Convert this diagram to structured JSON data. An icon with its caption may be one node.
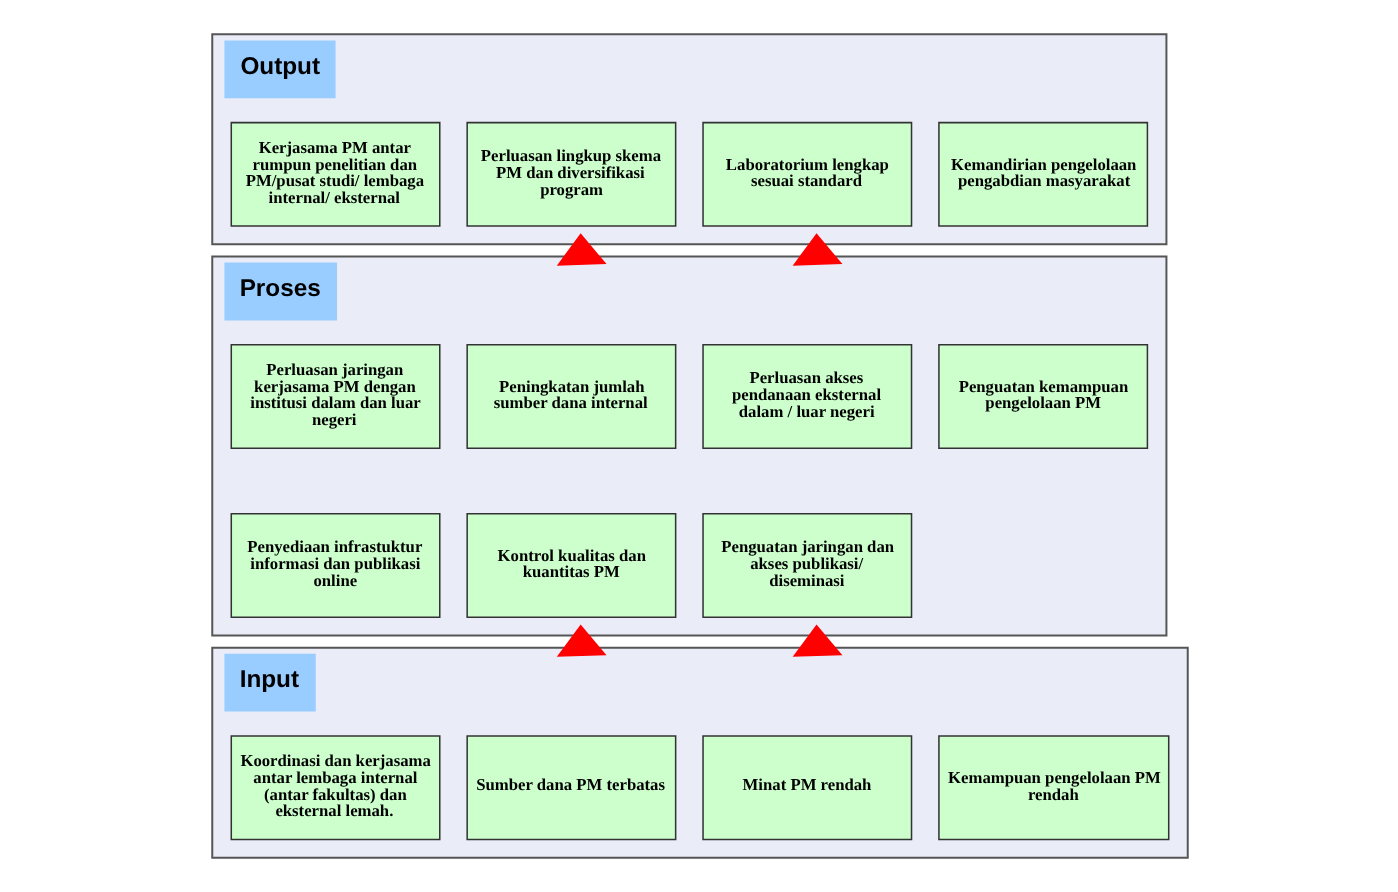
{
  "diagram": {
    "nodes": [
      {
        "text": [
          "Output"
        ]
      },
      {
        "text": [
          "Kerjasama PM antar rumpun penelitian dan PM/pusat studi/ lembaga internal/ eksternal"
        ],
        "in": 0
      },
      {
        "text": [
          "Perluasan lingkup skema PM dan diversifikasi program"
        ],
        "in": 0
      },
      {
        "text": [
          "Laboratorium lengkap sesuai standard"
        ],
        "in": 0
      },
      {
        "text": [
          "Kemandirian pengelolaan pengabdian masyarakat"
        ],
        "in": 0
      },
      {
        "text": [
          "Proses"
        ]
      },
      {
        "text": [
          "Perluasan jaringan kerjasama PM dengan institusi dalam dan luar negeri"
        ],
        "in": 5
      },
      {
        "text": [
          "Peningkatan jumlah sumber dana internal"
        ],
        "in": 5
      },
      {
        "text": [
          "Perluasan akses pendanaan eksternal dalam / luar negeri"
        ],
        "in": 5
      },
      {
        "text": [
          "Penguatan kemampuan pengelolaan PM"
        ],
        "in": 5
      },
      {
        "text": [
          "Penyediaan infrastuktur informasi dan publikasi online"
        ],
        "in": 5
      },
      {
        "text": [
          "Kontrol kualitas dan kuantitas PM"
        ],
        "in": 5
      },
      {
        "text": [
          "Penguatan jaringan dan akses publikasi/ diseminasi"
        ],
        "in": 5
      },
      {
        "text": [
          "Input"
        ]
      },
      {
        "text": [
          "Koordinasi dan kerjasama antar lembaga internal (antar fakultas) dan eksternal lemah."
        ],
        "in": 13
      },
      {
        "text": [
          "Sumber dana PM terbatas"
        ],
        "in": 13
      },
      {
        "text": [
          "Minat PM rendah"
        ],
        "in": 13
      },
      {
        "text": [
          "Kemampuan pengelolaan PM rendah"
        ],
        "in": 13
      }
    ],
    "edges": [
      {
        "from": 5,
        "to": 0,
        "arrow": "to",
        "style": "thick",
        "color": "#ff0000"
      },
      {
        "from": 5,
        "to": 0,
        "arrow": "to",
        "style": "thick",
        "color": "#ff0000"
      },
      {
        "from": 13,
        "to": 5,
        "arrow": "to",
        "style": "thick",
        "color": "#ff0000"
      },
      {
        "from": 13,
        "to": 5,
        "arrow": "to",
        "style": "thick",
        "color": "#ff0000"
      }
    ]
  }
}
